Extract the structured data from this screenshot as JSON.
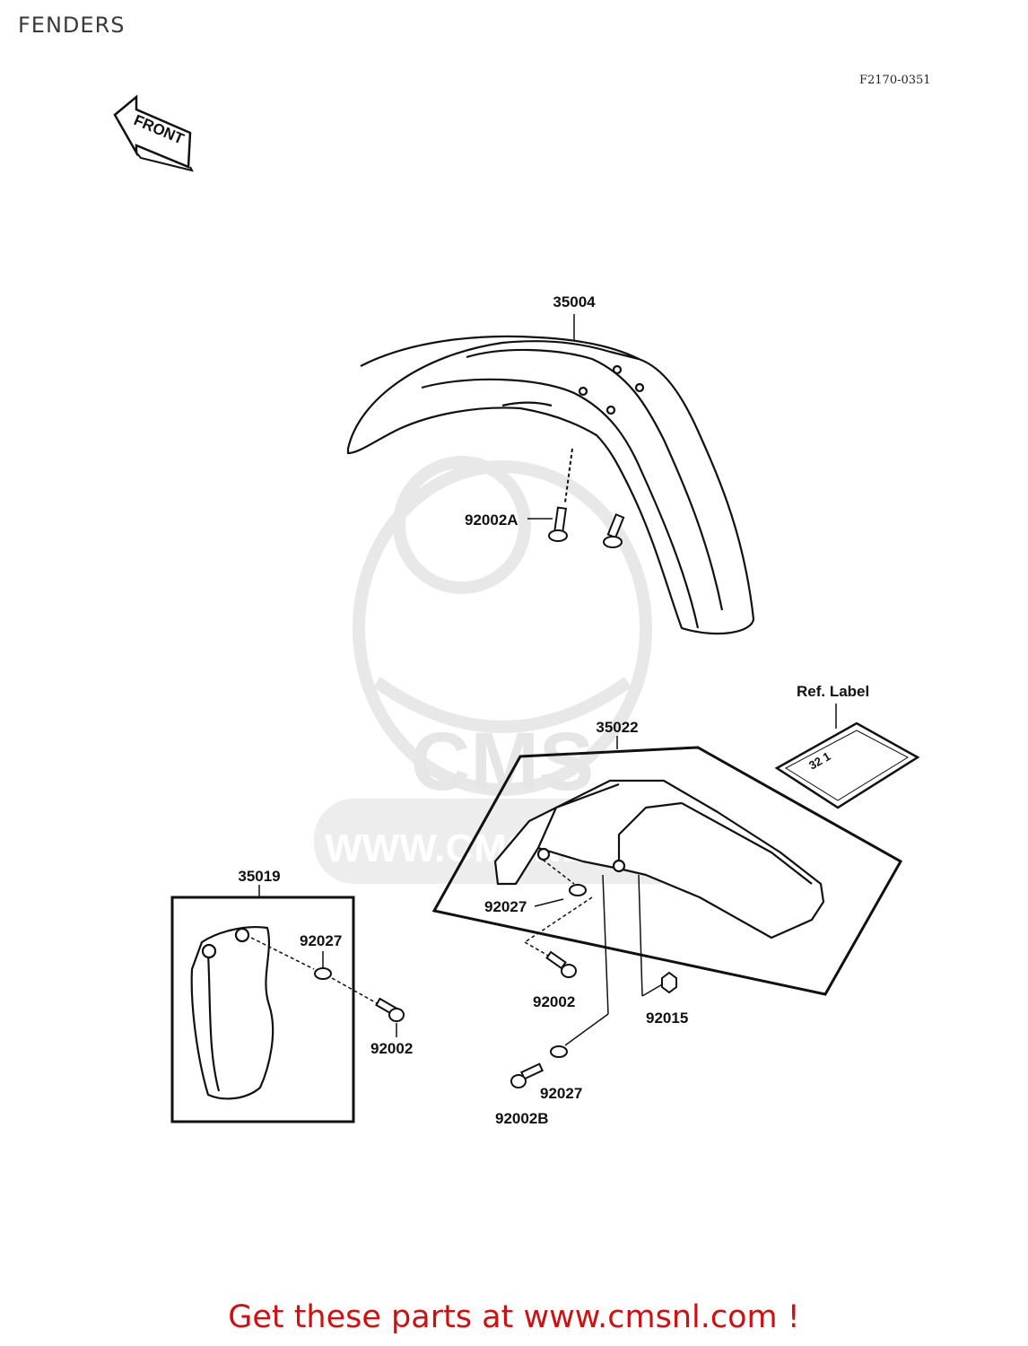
{
  "page": {
    "title": "FENDERS",
    "figure_code": "F2170-0351"
  },
  "front_arrow": {
    "label": "FRONT"
  },
  "watermark": {
    "big_text": "CMS",
    "url_text": "WWW.CMSNL.COM"
  },
  "parts": {
    "front_fender": "35004",
    "rear_fender": "35022",
    "side_cover": "35019",
    "ref_label": "Ref. Label",
    "bolt_front": "92002A",
    "collar_rear": "92027",
    "bolt_rear": "92002",
    "nut_rear": "92015",
    "collar_lower": "92027",
    "bolt_lower": "92002B",
    "collar_side": "92027",
    "bolt_side": "92002"
  },
  "ref_label_sticker": {
    "text": "32 1"
  },
  "footer": {
    "cta": "Get these parts at www.cmsnl.com !"
  },
  "colors": {
    "cta": "#d01010",
    "line": "#111111",
    "watermark": "#e6e6e6"
  }
}
